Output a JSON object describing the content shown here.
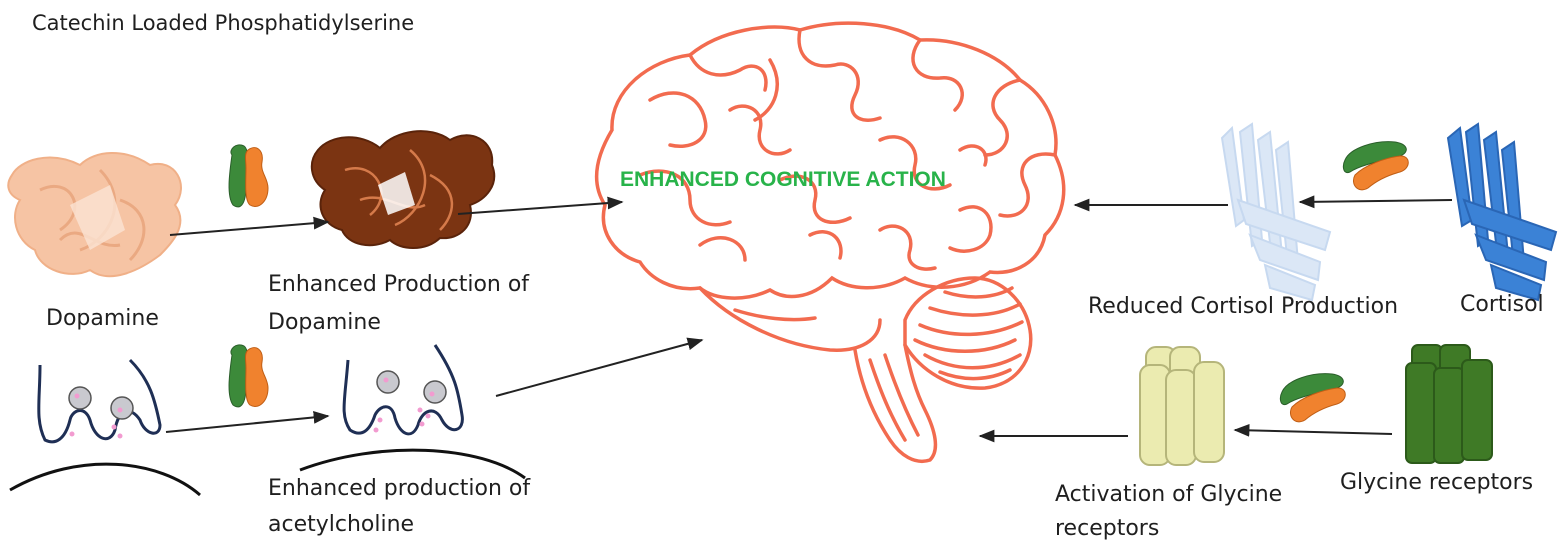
{
  "title": "Catechin Loaded Phosphatidylserine",
  "center_label": "ENHANCED COGNITIVE ACTION",
  "labels": {
    "dopamine": "Dopamine",
    "enhanced_dopamine": [
      "Enhanced Production of",
      "Dopamine"
    ],
    "enhanced_acetylcholine": [
      "Enhanced production of",
      "acetylcholine"
    ],
    "reduced_cortisol": "Reduced Cortisol Production",
    "cortisol": "Cortisol",
    "activation_glycine": [
      "Activation of Glycine",
      "receptors"
    ],
    "glycine_receptors": "Glycine receptors"
  },
  "colors": {
    "brain": "#f26b4f",
    "dopamine_light": "#f6c4a4",
    "dopamine_dark": "#7b3412",
    "cortisol_blue": "#3b82d6",
    "cortisol_light": "#dbe7f6",
    "glycine_green": "#3f7a26",
    "glycine_light": "#ebebb0",
    "capsule_green": "#3c8a3a",
    "capsule_orange": "#f0822e",
    "center_text": "#28b34a",
    "arrow": "#222222",
    "neuron": "#1f2f55"
  }
}
